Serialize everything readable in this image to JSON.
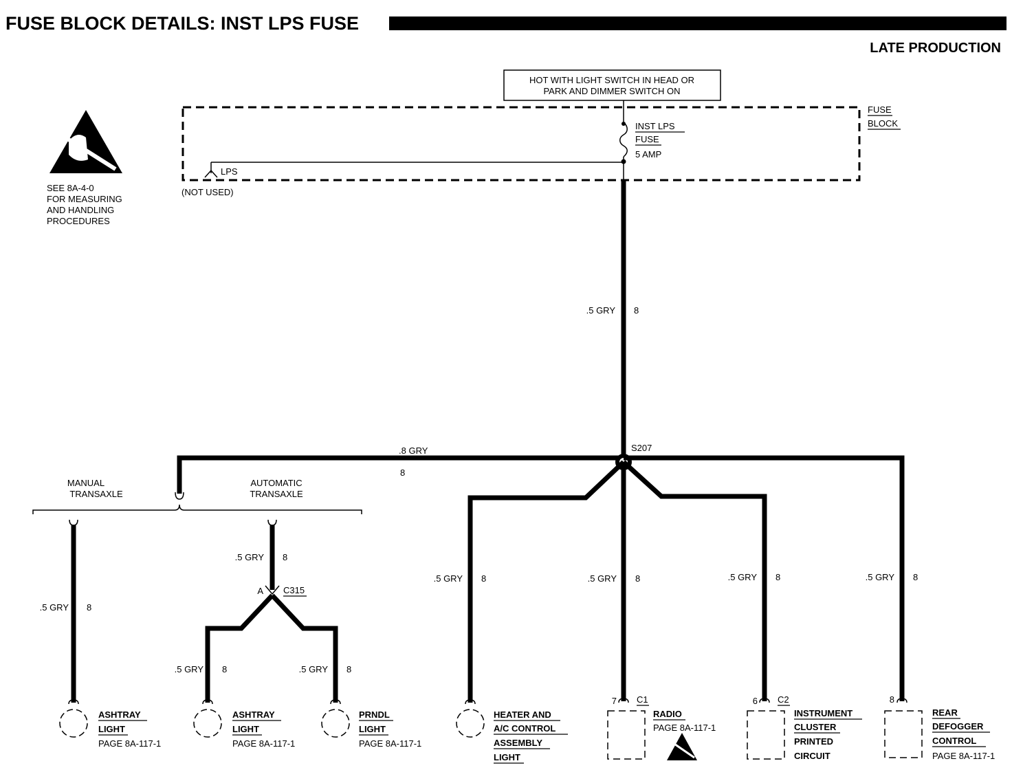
{
  "header": {
    "title": "FUSE BLOCK DETAILS: INST LPS FUSE",
    "production": "LATE PRODUCTION"
  },
  "esd_note": {
    "line1": "SEE 8A-4-0",
    "line2": "FOR MEASURING",
    "line3": "AND HANDLING",
    "line4": "PROCEDURES"
  },
  "hot_box": {
    "line1": "HOT WITH LIGHT SWITCH IN HEAD OR",
    "line2": "PARK AND DIMMER SWITCH ON"
  },
  "fuse_block": {
    "label1": "FUSE",
    "label2": "BLOCK",
    "fuse_name": "INST LPS",
    "fuse_word": "FUSE",
    "fuse_rating": "5 AMP",
    "lps_label": "LPS",
    "not_used": "(NOT USED)"
  },
  "main_wire": {
    "gauge": ".5 GRY",
    "circuit": "8"
  },
  "splice": {
    "id": "S207"
  },
  "left_branch": {
    "gauge": ".8 GRY",
    "circuit": "8"
  },
  "transaxle": {
    "manual_1": "MANUAL",
    "manual_2": "TRANSAXLE",
    "auto_1": "AUTOMATIC",
    "auto_2": "TRANSAXLE"
  },
  "connector_c315": {
    "id": "C315",
    "pin": "A"
  },
  "wires": {
    "manual_ashtray": {
      "gauge": ".5 GRY",
      "circuit": "8"
    },
    "auto_feed": {
      "gauge": ".5 GRY",
      "circuit": "8"
    },
    "auto_ashtray": {
      "gauge": ".5 GRY",
      "circuit": "8"
    },
    "prndl": {
      "gauge": ".5 GRY",
      "circuit": "8"
    },
    "heater": {
      "gauge": ".5 GRY",
      "circuit": "8"
    },
    "radio": {
      "gauge": ".5 GRY",
      "circuit": "8"
    },
    "cluster": {
      "gauge": ".5 GRY",
      "circuit": "8"
    },
    "defogger": {
      "gauge": ".5 GRY",
      "circuit": "8"
    }
  },
  "components": {
    "ashtray_manual": {
      "l1": "ASHTRAY",
      "l2": "LIGHT",
      "page": "PAGE 8A-117-1"
    },
    "ashtray_auto": {
      "l1": "ASHTRAY",
      "l2": "LIGHT",
      "page": "PAGE 8A-117-1"
    },
    "prndl": {
      "l1": "PRNDL",
      "l2": "LIGHT",
      "page": "PAGE 8A-117-1"
    },
    "heater": {
      "l1": "HEATER AND",
      "l2": "A/C CONTROL",
      "l3": "ASSEMBLY",
      "l4": "LIGHT"
    },
    "radio": {
      "l1": "RADIO",
      "page": "PAGE 8A-117-1",
      "conn": "C1",
      "pin": "7"
    },
    "cluster": {
      "l1": "INSTRUMENT",
      "l2": "CLUSTER",
      "l3": "PRINTED",
      "l4": "CIRCUIT",
      "conn": "C2",
      "pin": "6"
    },
    "defogger": {
      "l1": "REAR",
      "l2": "DEFOGGER",
      "l3": "CONTROL",
      "page": "PAGE 8A-117-1",
      "pin": "8"
    }
  }
}
